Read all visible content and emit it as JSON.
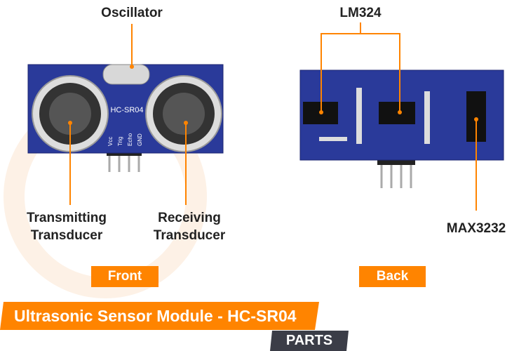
{
  "labels": {
    "oscillator": "Oscillator",
    "transmitting_1": "Transmitting",
    "transmitting_2": "Transducer",
    "receiving_1": "Receiving",
    "receiving_2": "Transducer",
    "lm324": "LM324",
    "max3232": "MAX3232"
  },
  "board": {
    "model_text": "HC-SR04",
    "pins": [
      "Vcc",
      "Trig",
      "Echo",
      "GND"
    ]
  },
  "tags": {
    "front": "Front",
    "back": "Back"
  },
  "title": "Ultrasonic Sensor Module - HC-SR04",
  "subtitle": "PARTS",
  "colors": {
    "accent": "#ff8400",
    "board": "#2a3a9a",
    "dark": "#3b3d47"
  }
}
